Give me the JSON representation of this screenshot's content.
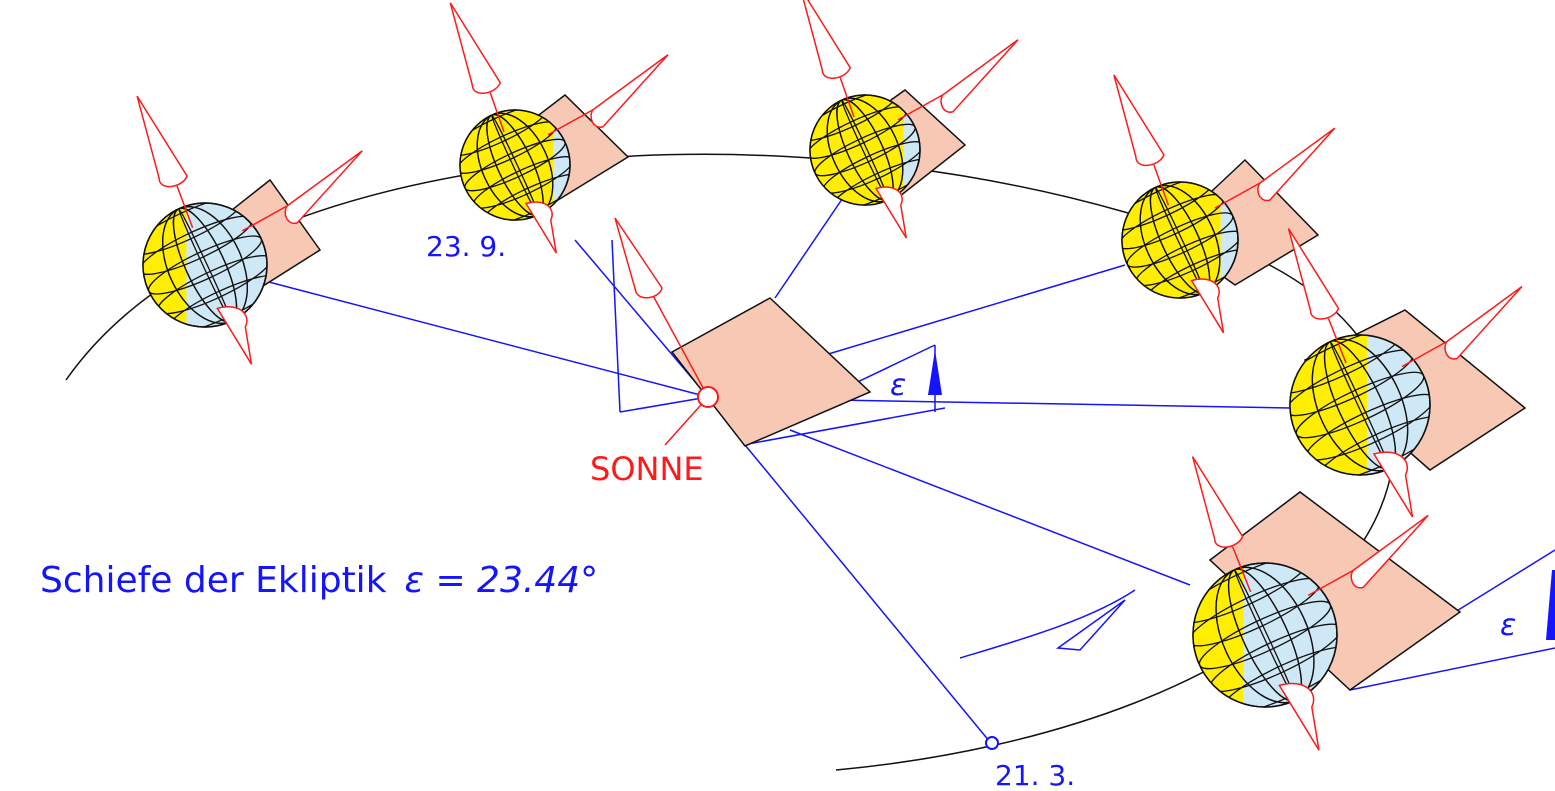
{
  "labels": {
    "sun": "SONNE",
    "date_autumn": "23. 9.",
    "date_spring": "21. 3.",
    "epsilon_symbol": "ε",
    "caption_prefix": "Schiefe der Ekliptik",
    "caption_formula": "ε = 23.44°"
  },
  "colors": {
    "sun_red": "#ff1a1a",
    "construction_blue": "#1414ff",
    "plane_fill": "#f7c8b4",
    "day_side": "#ffee00",
    "night_side": "#cfe8f5",
    "orbit_black": "#111111"
  }
}
